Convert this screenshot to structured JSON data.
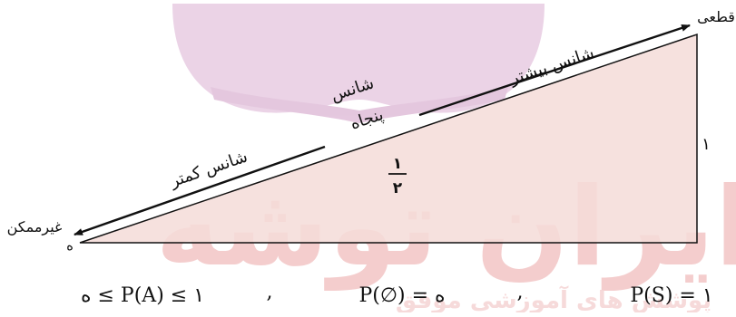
{
  "labels": {
    "certain": "قطعی",
    "impossible": "غیرممکن",
    "less_chance": "شانس کمتر",
    "more_chance": "شانس بیشتر",
    "chance_word": "شانس",
    "fifty_word": "پنجاه",
    "origin_zero": "ه",
    "height_one": "۱",
    "half_numerator": "۱",
    "half_denominator": "۲"
  },
  "formulas": {
    "range": "ه ≤ P(A) ≤ ۱",
    "sep1": ",",
    "empty_set": "P(∅) = ه",
    "sep2": ",",
    "sample_space": "P(S) = ۱"
  },
  "watermark": {
    "title": "ایران توشه",
    "subtitle": "پوشش های آموزشی موفق"
  },
  "colors": {
    "triangle_fill": "#f4dcd8",
    "watermark_logo": "#e9cfe4",
    "watermark_text": "#f3c8c8",
    "ink": "#111111"
  }
}
